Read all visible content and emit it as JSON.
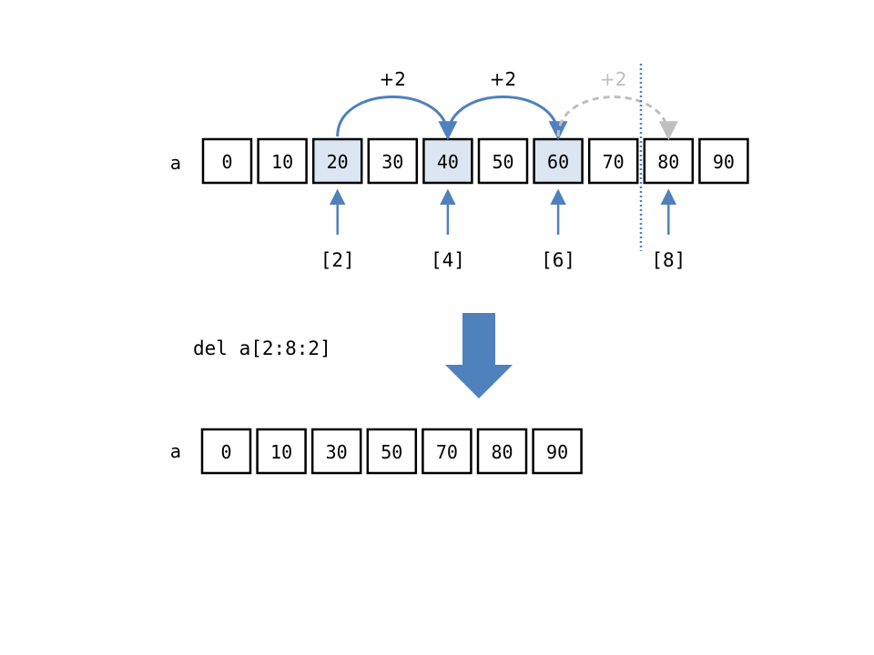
{
  "colors": {
    "cell_fill": "#ffffff",
    "cell_highlight": "#dce6f2",
    "cell_stroke": "#000000",
    "arrow_blue": "#4f81bd",
    "arrow_gray": "#bfbfbf",
    "text": "#000000",
    "text_gray": "#bfbfbf"
  },
  "top_array": {
    "label": "a",
    "cells": [
      {
        "value": "0",
        "highlighted": false
      },
      {
        "value": "10",
        "highlighted": false
      },
      {
        "value": "20",
        "highlighted": true
      },
      {
        "value": "30",
        "highlighted": false
      },
      {
        "value": "40",
        "highlighted": true
      },
      {
        "value": "50",
        "highlighted": false
      },
      {
        "value": "60",
        "highlighted": true
      },
      {
        "value": "70",
        "highlighted": false
      },
      {
        "value": "80",
        "highlighted": false
      },
      {
        "value": "90",
        "highlighted": false
      }
    ]
  },
  "steps": [
    {
      "label": "+2",
      "faded": false
    },
    {
      "label": "+2",
      "faded": false
    },
    {
      "label": "+2",
      "faded": true
    }
  ],
  "indices": [
    {
      "label": "[2]",
      "cell": 2
    },
    {
      "label": "[4]",
      "cell": 4
    },
    {
      "label": "[6]",
      "cell": 6
    },
    {
      "label": "[8]",
      "cell": 8
    }
  ],
  "command": "del a[2:8:2]",
  "bottom_array": {
    "label": "a",
    "cells": [
      "0",
      "10",
      "30",
      "50",
      "70",
      "80",
      "90"
    ]
  }
}
